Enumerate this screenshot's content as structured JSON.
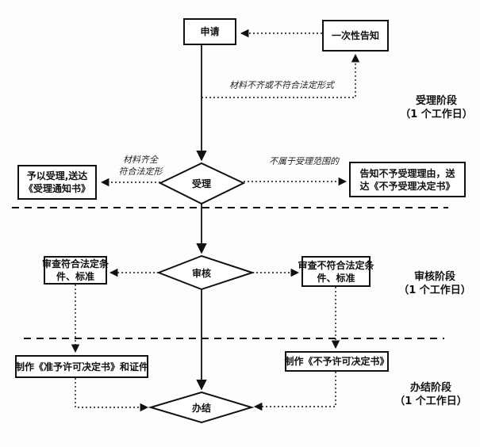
{
  "nodes": {
    "apply": {
      "label": "申请"
    },
    "one_time_notice": {
      "label": "一次性告知"
    },
    "accept": {
      "label": "受理"
    },
    "grant_accept": {
      "line1": "予以受理,送达",
      "line2": "《受理通知书》"
    },
    "reject_accept": {
      "line1": "告知不予受理理由，送",
      "line2": "达《不予受理决定书》"
    },
    "review": {
      "label": "审核"
    },
    "review_pass": {
      "line1": "审查符合法定条",
      "line2": "件、标准"
    },
    "review_fail": {
      "line1": "审查不符合法定条",
      "line2": "件、标准"
    },
    "make_grant_doc": {
      "label": "制作《准予许可决定书》和证件"
    },
    "make_reject_doc": {
      "label": "制作《不予许可决定书》"
    },
    "finish": {
      "label": "办结"
    }
  },
  "edge_labels": {
    "incomplete": "材料不齐或不符合法定形式",
    "complete_line1": "材料齐全",
    "complete_line2": "符合法定形",
    "out_of_scope": "不属于受理范围的"
  },
  "stages": [
    {
      "name": "受理阶段",
      "duration": "（1 个工作日）"
    },
    {
      "name": "审核阶段",
      "duration": "（1 个工作日）"
    },
    {
      "name": "办结阶段",
      "duration": "（1 个工作日）"
    }
  ],
  "colors": {
    "line": "#111111",
    "background": "#fdfdfd",
    "node_fill": "#ffffff"
  }
}
